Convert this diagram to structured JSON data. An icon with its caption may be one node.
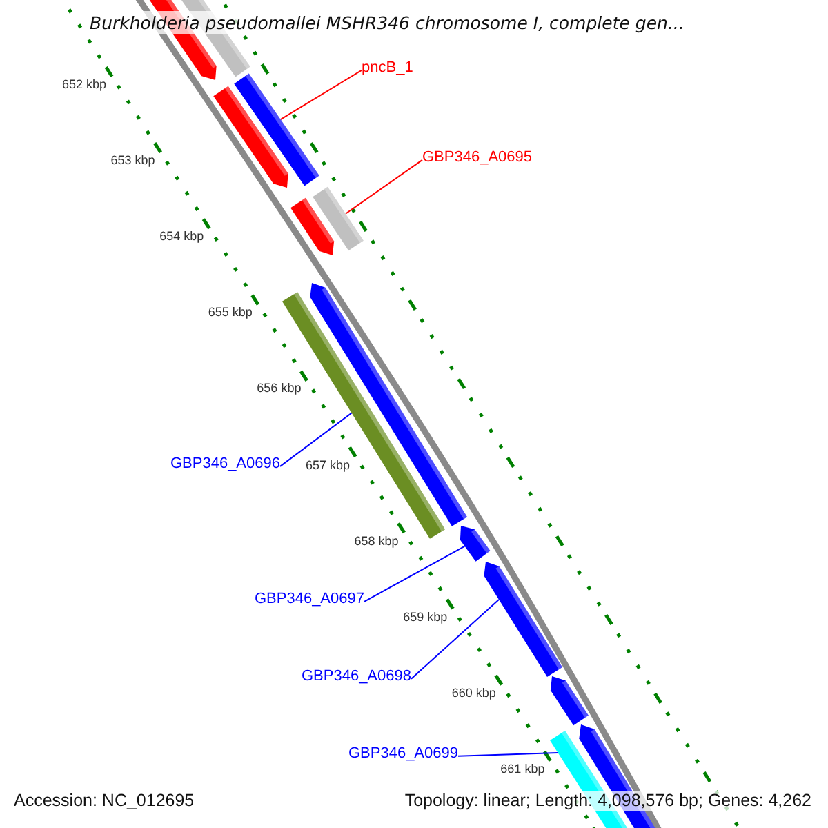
{
  "diagram": {
    "title": "Burkholderia pseudomallei MSHR346 chromosome I, complete gen...",
    "nodes": [
      {
        "text": [
          "pncB_1"
        ]
      },
      {
        "text": [
          "GBP346_A0695"
        ]
      },
      {
        "text": [
          "GBP346_A0696"
        ]
      },
      {
        "text": [
          "GBP346_A0697"
        ]
      },
      {
        "text": [
          "GBP346_A0698"
        ]
      },
      {
        "text": [
          "GBP346_A0699"
        ]
      },
      {
        "text": [],
        "shape": "bar"
      },
      {
        "text": [],
        "shape": "bar"
      },
      {
        "text": [],
        "shape": "bar"
      },
      {
        "text": [],
        "shape": "bar"
      },
      {
        "text": [],
        "shape": "bar"
      },
      {
        "text": [],
        "shape": "bar"
      }
    ],
    "edges": [
      {
        "from": 0,
        "to": 6,
        "arrow": "none",
        "color": "#ff0000"
      },
      {
        "from": 1,
        "to": 7,
        "arrow": "none",
        "color": "#ff0000"
      },
      {
        "from": 2,
        "to": 8,
        "arrow": "none"
      },
      {
        "from": 3,
        "to": 9,
        "arrow": "none"
      },
      {
        "from": 4,
        "to": 10,
        "arrow": "none"
      },
      {
        "from": 5,
        "to": 11,
        "arrow": "none"
      }
    ],
    "labels": [
      "652 kbp",
      "653 kbp",
      "654 kbp",
      "655 kbp",
      "656 kbp",
      "657 kbp",
      "658 kbp",
      "659 kbp",
      "660 kbp",
      "661 kbp",
      "Accession: NC_012695",
      "Topology: linear; Length: 4,098,576 bp; Genes: 4,262"
    ]
  }
}
